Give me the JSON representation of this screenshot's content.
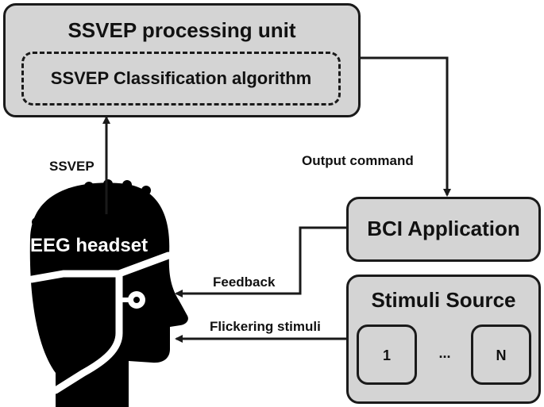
{
  "processing_unit": {
    "title": "SSVEP processing unit",
    "algorithm": "SSVEP Classification algorithm"
  },
  "bci_application": {
    "label": "BCI Application"
  },
  "stimuli_source": {
    "title": "Stimuli Source",
    "first": "1",
    "ellipsis": "...",
    "last": "N"
  },
  "headset": {
    "label": "EEG headset"
  },
  "arrows": {
    "ssvep": "SSVEP",
    "output_command": "Output command",
    "feedback": "Feedback",
    "flickering_stimuli": "Flickering stimuli"
  },
  "colors": {
    "box_fill": "#d4d4d4",
    "outline": "#1a1a1a",
    "head_fill": "#000000"
  }
}
